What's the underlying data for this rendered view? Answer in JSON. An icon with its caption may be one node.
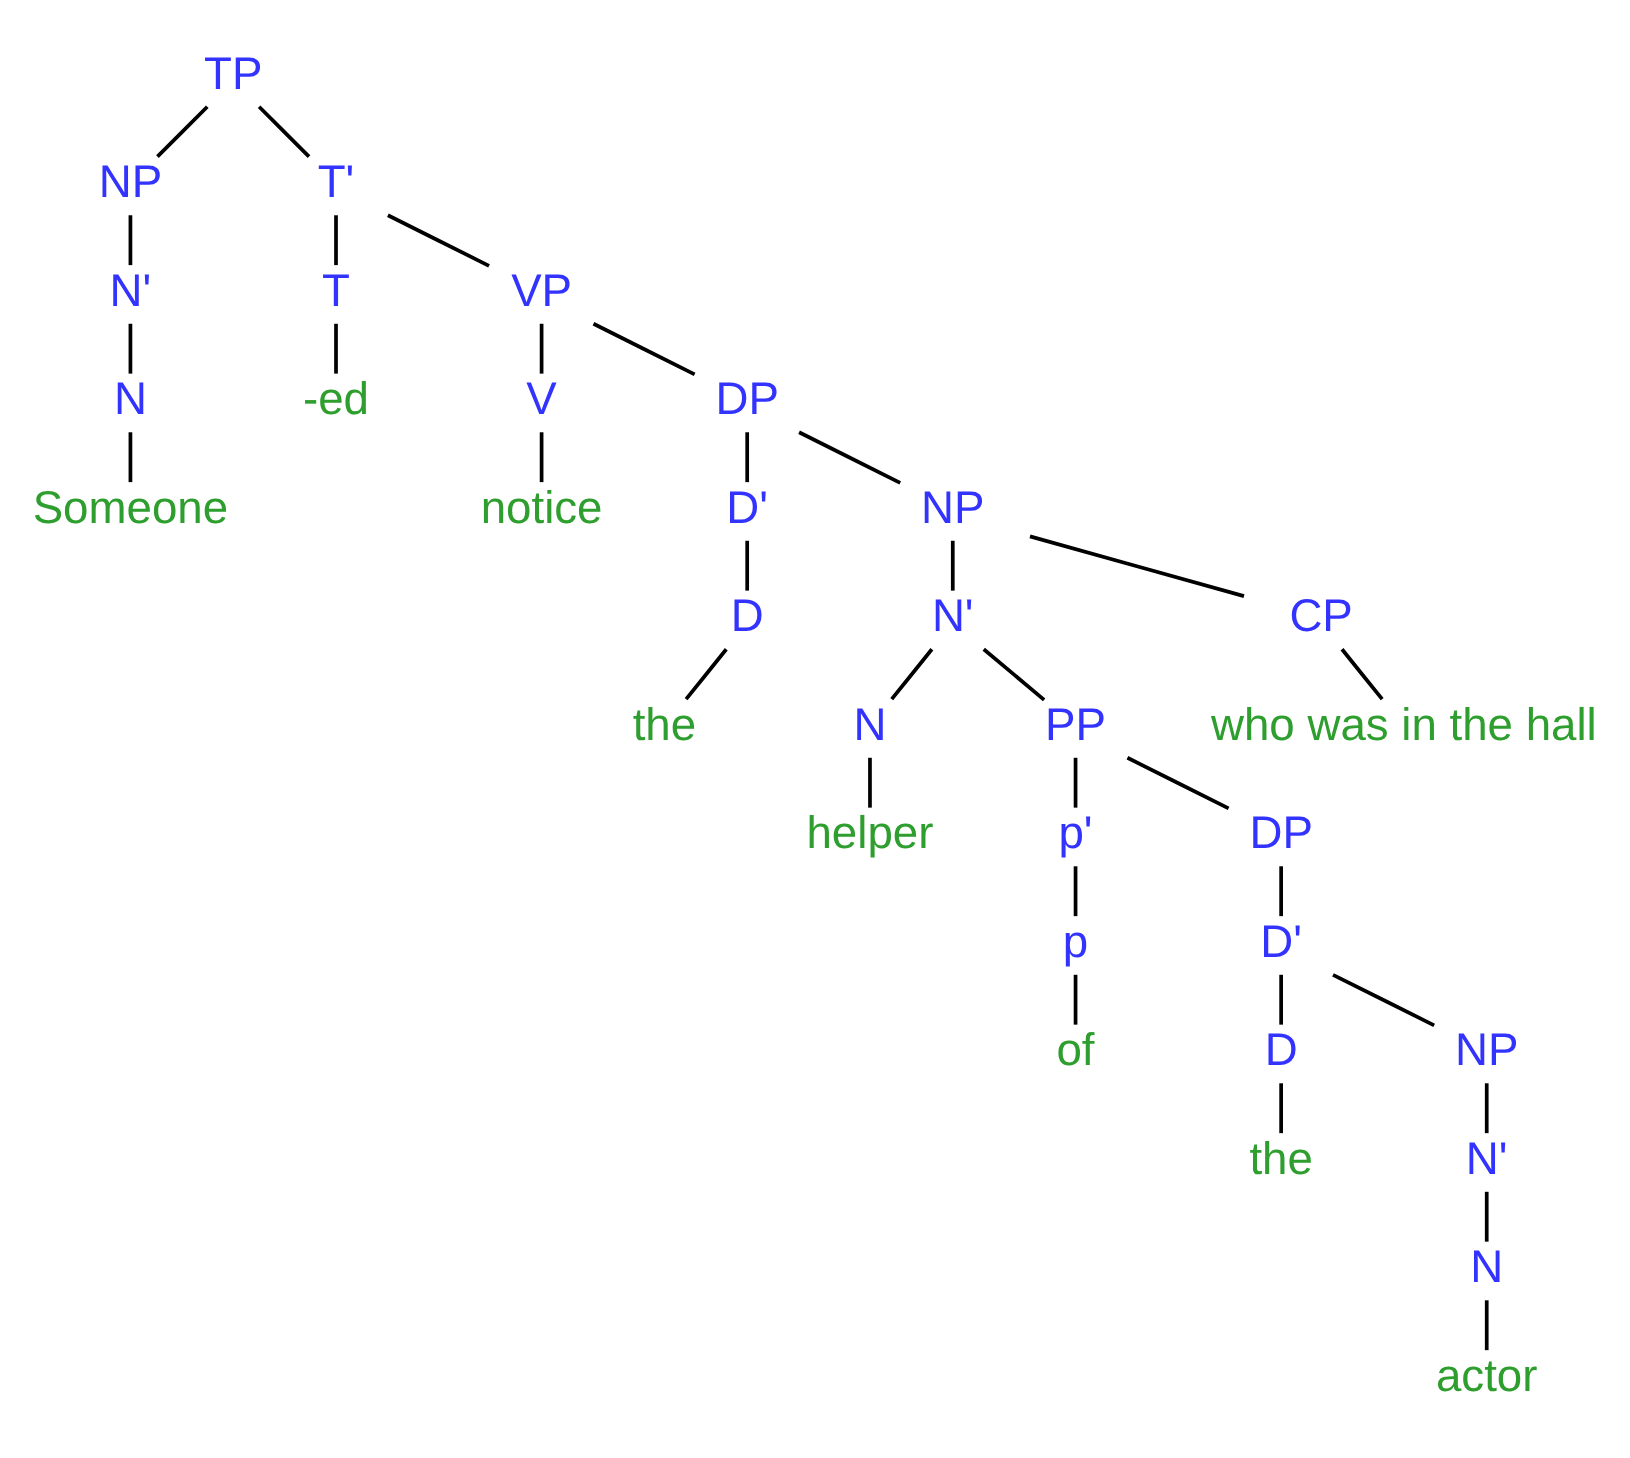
{
  "diagram": {
    "nodes": [
      {
        "text": [
          "TP"
        ]
      },
      {
        "text": [
          "NP"
        ]
      },
      {
        "text": [
          "N'"
        ]
      },
      {
        "text": [
          "N"
        ]
      },
      {
        "text": [
          "Someone"
        ]
      },
      {
        "text": [
          "T'"
        ]
      },
      {
        "text": [
          "T"
        ]
      },
      {
        "text": [
          "-ed"
        ]
      },
      {
        "text": [
          "VP"
        ]
      },
      {
        "text": [
          "V"
        ]
      },
      {
        "text": [
          "notice"
        ]
      },
      {
        "text": [
          "DP"
        ]
      },
      {
        "text": [
          "D'"
        ]
      },
      {
        "text": [
          "D"
        ]
      },
      {
        "text": [
          "the"
        ]
      },
      {
        "text": [
          "NP"
        ]
      },
      {
        "text": [
          "N'"
        ]
      },
      {
        "text": [
          "N"
        ]
      },
      {
        "text": [
          "helper"
        ]
      },
      {
        "text": [
          "PP"
        ]
      },
      {
        "text": [
          "p'"
        ]
      },
      {
        "text": [
          "p"
        ]
      },
      {
        "text": [
          "of"
        ]
      },
      {
        "text": [
          "DP"
        ]
      },
      {
        "text": [
          "D'"
        ]
      },
      {
        "text": [
          "D"
        ]
      },
      {
        "text": [
          "the"
        ]
      },
      {
        "text": [
          "NP"
        ]
      },
      {
        "text": [
          "N'"
        ]
      },
      {
        "text": [
          "N"
        ]
      },
      {
        "text": [
          "actor"
        ]
      },
      {
        "text": [
          "CP"
        ]
      },
      {
        "text": [
          "who was in the hall"
        ]
      }
    ],
    "edges": [
      {
        "from": 0,
        "to": 1,
        "arrow": "none"
      },
      {
        "from": 0,
        "to": 5,
        "arrow": "none"
      },
      {
        "from": 1,
        "to": 2,
        "arrow": "none"
      },
      {
        "from": 2,
        "to": 3,
        "arrow": "none"
      },
      {
        "from": 3,
        "to": 4,
        "arrow": "none"
      },
      {
        "from": 5,
        "to": 6,
        "arrow": "none"
      },
      {
        "from": 5,
        "to": 8,
        "arrow": "none"
      },
      {
        "from": 6,
        "to": 7,
        "arrow": "none"
      },
      {
        "from": 8,
        "to": 9,
        "arrow": "none"
      },
      {
        "from": 8,
        "to": 11,
        "arrow": "none"
      },
      {
        "from": 9,
        "to": 10,
        "arrow": "none"
      },
      {
        "from": 11,
        "to": 12,
        "arrow": "none"
      },
      {
        "from": 11,
        "to": 15,
        "arrow": "none"
      },
      {
        "from": 12,
        "to": 13,
        "arrow": "none"
      },
      {
        "from": 13,
        "to": 14,
        "arrow": "none"
      },
      {
        "from": 15,
        "to": 16,
        "arrow": "none"
      },
      {
        "from": 15,
        "to": 31,
        "arrow": "none"
      },
      {
        "from": 16,
        "to": 17,
        "arrow": "none"
      },
      {
        "from": 16,
        "to": 19,
        "arrow": "none"
      },
      {
        "from": 17,
        "to": 18,
        "arrow": "none"
      },
      {
        "from": 19,
        "to": 20,
        "arrow": "none"
      },
      {
        "from": 19,
        "to": 23,
        "arrow": "none"
      },
      {
        "from": 20,
        "to": 21,
        "arrow": "none"
      },
      {
        "from": 21,
        "to": 22,
        "arrow": "none"
      },
      {
        "from": 23,
        "to": 24,
        "arrow": "none"
      },
      {
        "from": 24,
        "to": 25,
        "arrow": "none"
      },
      {
        "from": 24,
        "to": 27,
        "arrow": "none"
      },
      {
        "from": 25,
        "to": 26,
        "arrow": "none"
      },
      {
        "from": 27,
        "to": 28,
        "arrow": "none"
      },
      {
        "from": 28,
        "to": 29,
        "arrow": "none"
      },
      {
        "from": 29,
        "to": 30,
        "arrow": "none"
      },
      {
        "from": 31,
        "to": 32,
        "arrow": "none"
      }
    ]
  }
}
